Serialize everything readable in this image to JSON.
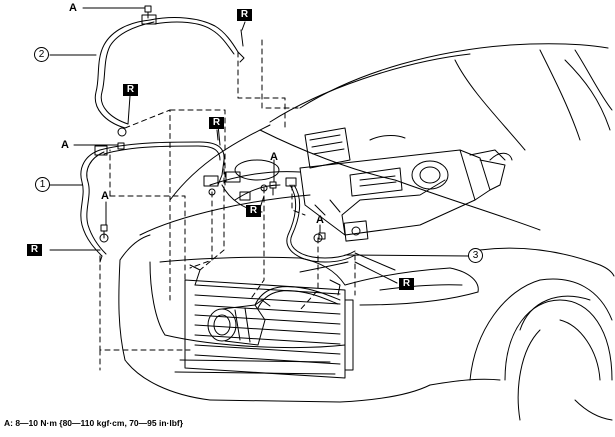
{
  "labels": {
    "torque_marker": "A",
    "replace_marker": "R",
    "part_1": "1",
    "part_2": "2",
    "part_3": "3"
  },
  "footnote": "A: 8—10 N·m {80—110 kgf·cm, 70—95 in·lbf}"
}
